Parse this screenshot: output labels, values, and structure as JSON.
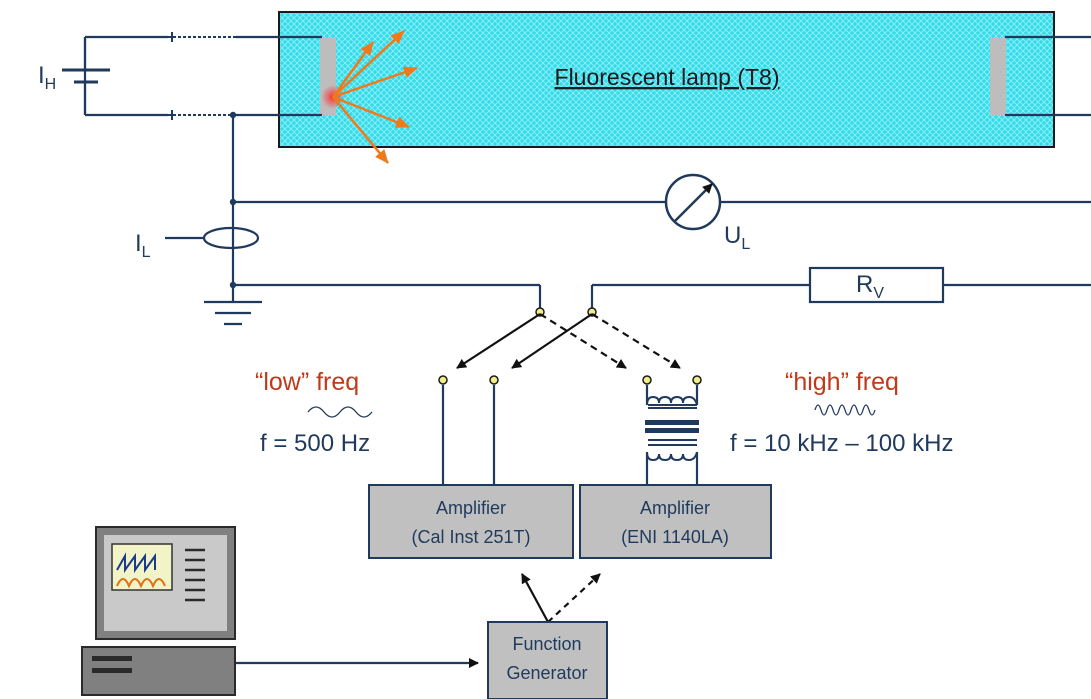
{
  "lamp": {
    "title": "Fluorescent lamp (T8)"
  },
  "labels": {
    "ih_main": "I",
    "ih_sub": "H",
    "il_main": "I",
    "il_sub": "L",
    "ul_main": "U",
    "ul_sub": "L",
    "rv_main": "R",
    "rv_sub": "V"
  },
  "low": {
    "title": "“low” freq",
    "freq": "f = 500 Hz"
  },
  "high": {
    "title": "“high” freq",
    "freq": "f = 10 kHz – 100 kHz"
  },
  "amp1": {
    "line1": "Amplifier",
    "line2": "(Cal Inst 251T)"
  },
  "amp2": {
    "line1": "Amplifier",
    "line2": "(ENI 1140LA)"
  },
  "fg": {
    "line1": "Function",
    "line2": "Generator"
  },
  "colors": {
    "wire": "#1f3a5c",
    "accent": "#c0391a",
    "arrow": "#f07a1a",
    "lamp_fill": "#3fe0ee",
    "box_fill": "#c0c0c0"
  }
}
